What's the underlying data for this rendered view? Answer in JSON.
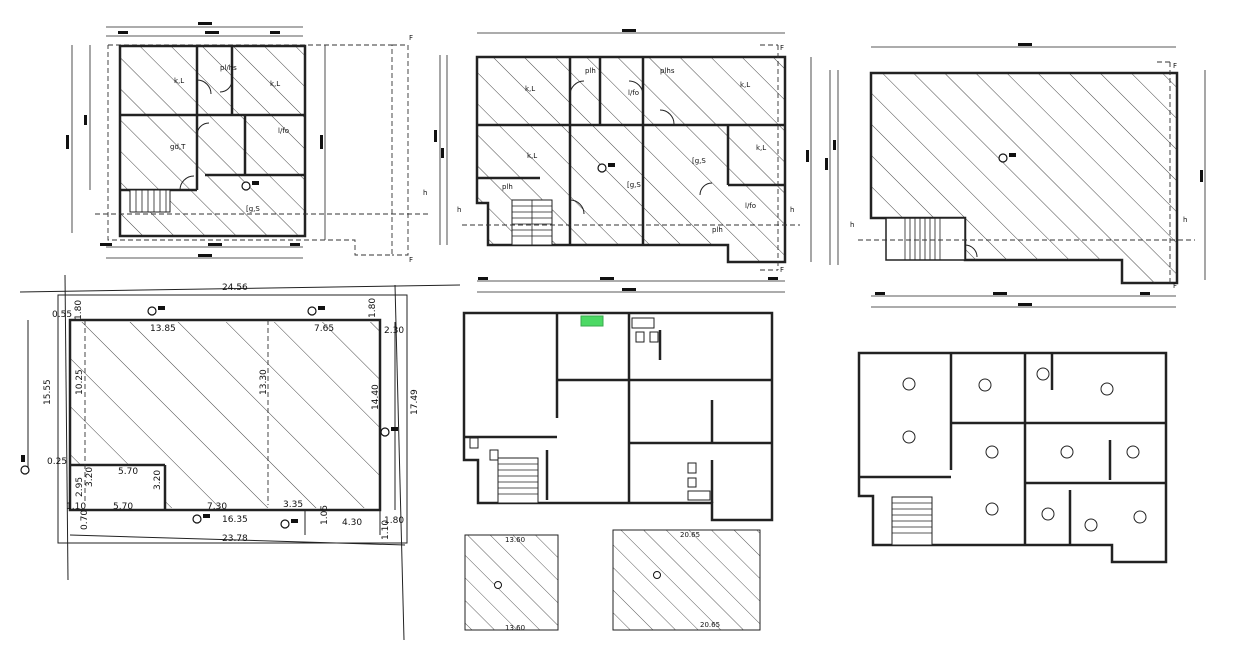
{
  "plan1_labels": {
    "k1": "k,L",
    "k2": "k,L",
    "plhs": "pl/hs",
    "lfo": "l/fo",
    "gdt": "gd,T",
    "gs": "[g,S",
    "h": "h",
    "f": "F"
  },
  "plan2_labels": {
    "k1": "k,L",
    "k2": "k,L",
    "k3": "k,L",
    "k4": "k,L",
    "plh1": "plh",
    "plhs": "plhs",
    "lfo1": "l/fo",
    "lfo2": "l/fo",
    "gs": "[g,S",
    "gs2": "[g,S",
    "plh2": "plh",
    "plh3": "plh",
    "h": "h",
    "f": "F"
  },
  "plan3_labels": {
    "h": "h",
    "f": "F"
  },
  "site_plan": {
    "top": "24.56",
    "left": "15.55",
    "d_0_55": "0.55",
    "d_1_80a": "1.80",
    "d_13_85": "13.85",
    "d_7_65": "7.65",
    "d_1_80b": "1.80",
    "d_2_30": "2.30",
    "d_10_25": "10.25",
    "d_13_30": "13.30",
    "d_14_40": "14.40",
    "d_17_49": "17.49",
    "d_0_25": "0.25",
    "d_5_70a": "5.70",
    "d_3_20a": "3.20",
    "d_3_20b": "3.20",
    "d_2_95": "2.95",
    "d_1_10a": "1.10",
    "d_5_70b": "5.70",
    "d_7_30": "7.30",
    "d_3_35": "3.35",
    "d_16_35": "16.35",
    "d_0_70": "0.70",
    "d_1_05": "1.05",
    "d_4_30": "4.30",
    "d_1_80c": "1.80",
    "d_1_10b": "1.10",
    "bottom": "23.78"
  },
  "small_plans": {
    "a_top": "13.60",
    "a_bottom": "13.60",
    "b_top": "20.65",
    "b_bottom": "20.65"
  }
}
